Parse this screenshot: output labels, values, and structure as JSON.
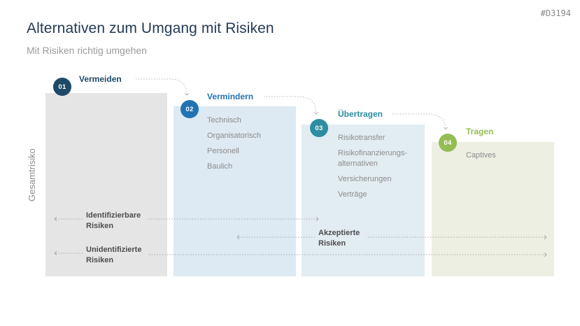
{
  "slide": {
    "title": "Alternativen zum Umgang mit Risiken",
    "subtitle": "Mit Risiken richtig umgehen",
    "slide_code": "#D3194",
    "y_axis_label": "Gesamtrisiko"
  },
  "steps": [
    {
      "number": "01",
      "label": "Vermeiden",
      "color": "#1e4a67",
      "bar_color": "#e6e5e5",
      "items": []
    },
    {
      "number": "02",
      "label": "Vermindern",
      "color": "#2173b4",
      "bar_color": "#dde9f3",
      "items": [
        "Technisch",
        "Organisatorisch",
        "Personell",
        "Baulich"
      ]
    },
    {
      "number": "03",
      "label": "Übertragen",
      "color": "#2e8da0",
      "bar_color": "#e2edf1",
      "items": [
        "Risikotransfer",
        "Risikofinanzierungs-alternativen",
        "Versicherungen",
        "Verträge"
      ]
    },
    {
      "number": "04",
      "label": "Tragen",
      "color": "#95bd55",
      "bar_color": "#edefe2",
      "items": [
        "Captives"
      ]
    }
  ],
  "annotations": [
    {
      "label": "Identifizierbare Risiken"
    },
    {
      "label": "Unidentifizierte Risiken"
    },
    {
      "label": "Akzeptierte Risiken"
    }
  ]
}
